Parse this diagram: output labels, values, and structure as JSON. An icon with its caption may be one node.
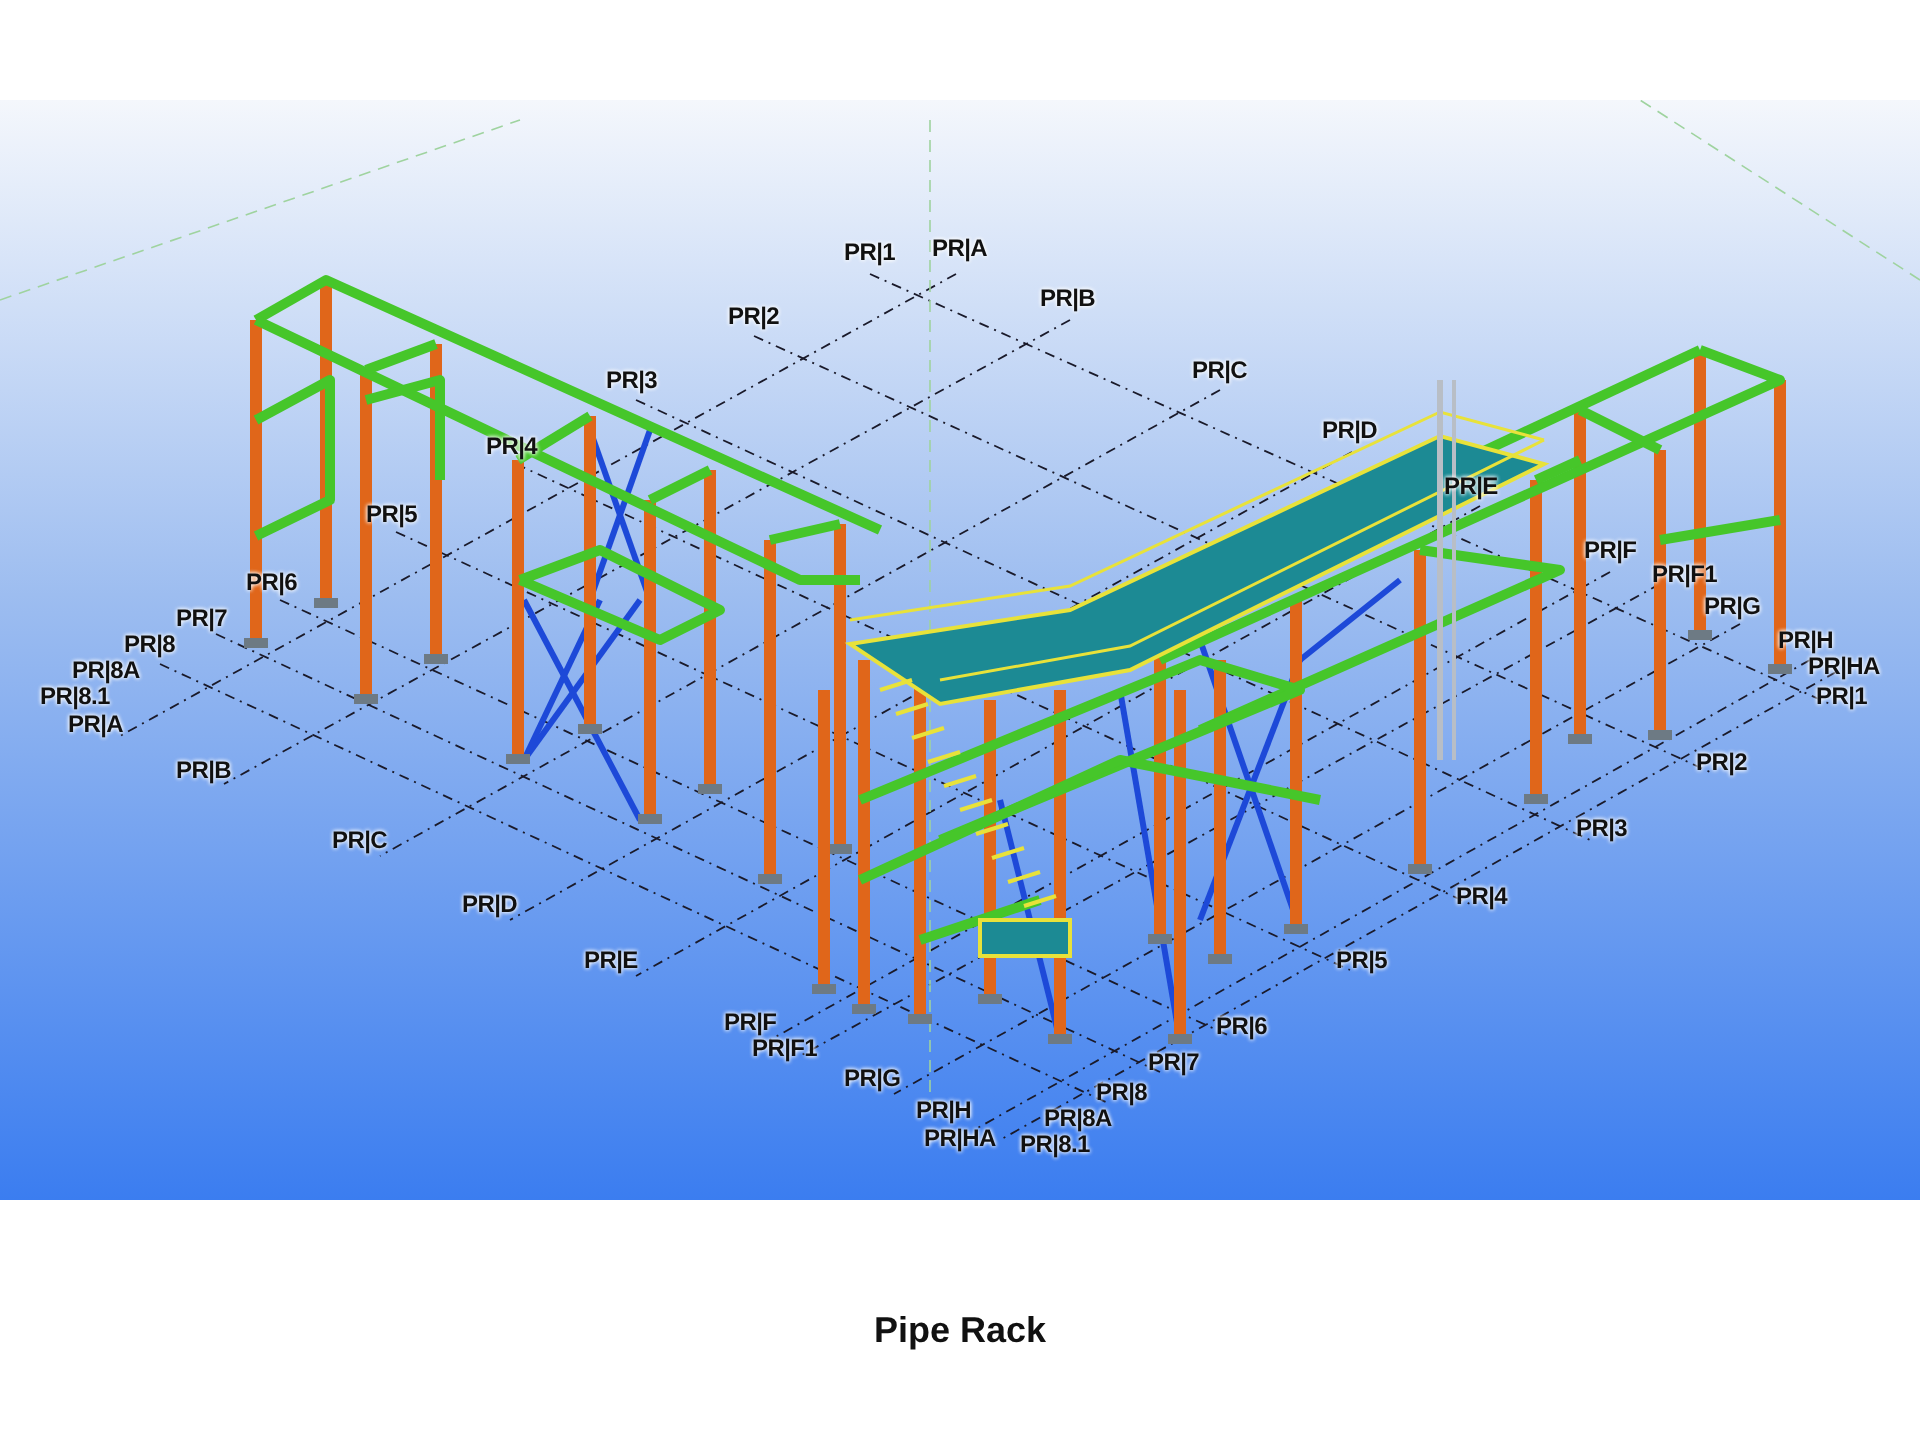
{
  "diagram": {
    "caption": "Pipe Rack",
    "labels": [
      "PR|A",
      "PR|1",
      "PR|B",
      "PR|2",
      "PR|C",
      "PR|3",
      "PR|D",
      "PR|4",
      "PR|E",
      "PR|5",
      "PR|F",
      "PR|F1",
      "PR|6",
      "PR|G",
      "PR|7",
      "PR|H",
      "PR|8",
      "PR|HA",
      "PR|8A",
      "PR|1",
      "PR|8.1",
      "PR|A",
      "PR|2",
      "PR|B",
      "PR|C",
      "PR|3",
      "PR|4",
      "PR|D",
      "PR|E",
      "PR|5",
      "PR|F",
      "PR|6",
      "PR|F1",
      "PR|7",
      "PR|G",
      "PR|8",
      "PR|H",
      "PR|8A",
      "PR|HA",
      "PR|8.1"
    ]
  }
}
